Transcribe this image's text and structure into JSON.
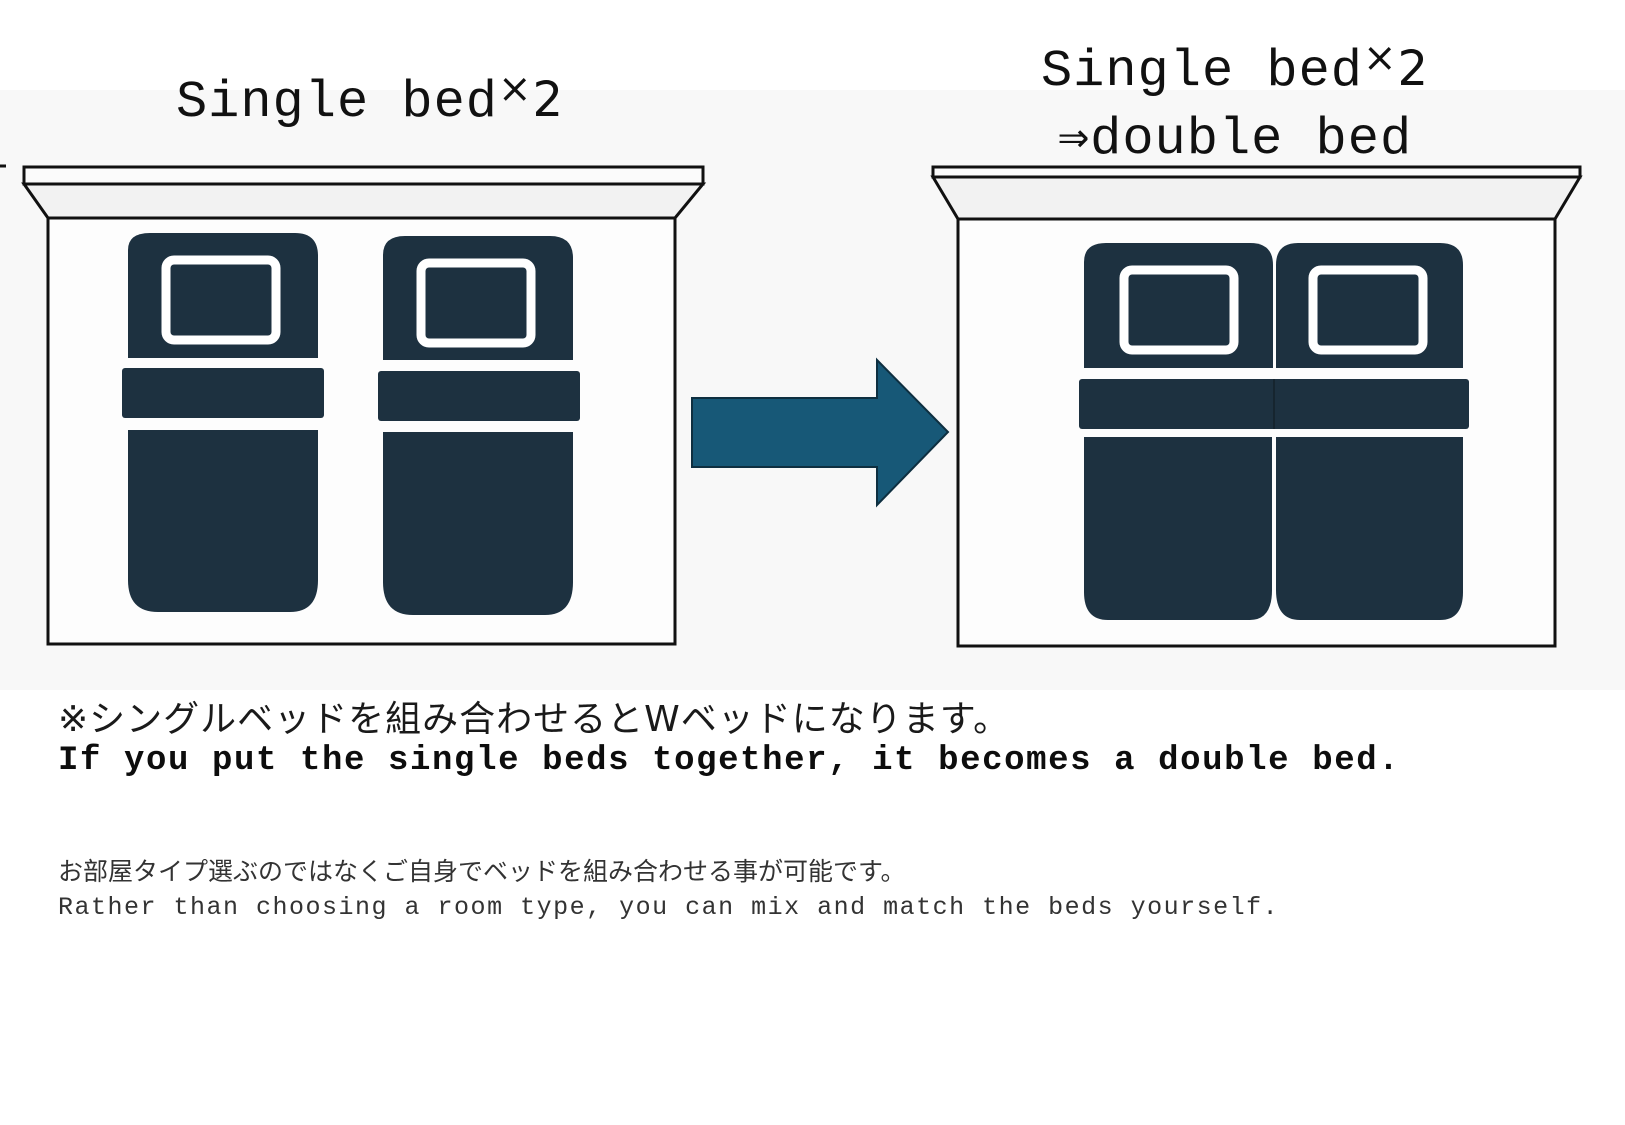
{
  "left_panel": {
    "title_main": "Single bed",
    "title_times": "×",
    "title_count": "2",
    "beds": 2
  },
  "right_panel": {
    "title_main": "Single bed",
    "title_times": "×",
    "title_count": "2",
    "title_line2": "⇒double bed",
    "beds": 2
  },
  "arrow": {
    "direction": "right",
    "color": "#175877"
  },
  "colors": {
    "bed": "#1d3140",
    "frame": "#111111",
    "background": "#f8f8f8",
    "arrow": "#175877"
  },
  "notes": {
    "jp_main": "※シングルベッドを組み合わせるとWベッドになります。",
    "en_main": "If you put the single beds together, it becomes a double bed.",
    "jp_sub": "お部屋タイプ選ぶのではなくご自身でベッドを組み合わせる事が可能です。",
    "en_sub": "Rather than choosing a room type, you can mix and match the beds yourself."
  }
}
